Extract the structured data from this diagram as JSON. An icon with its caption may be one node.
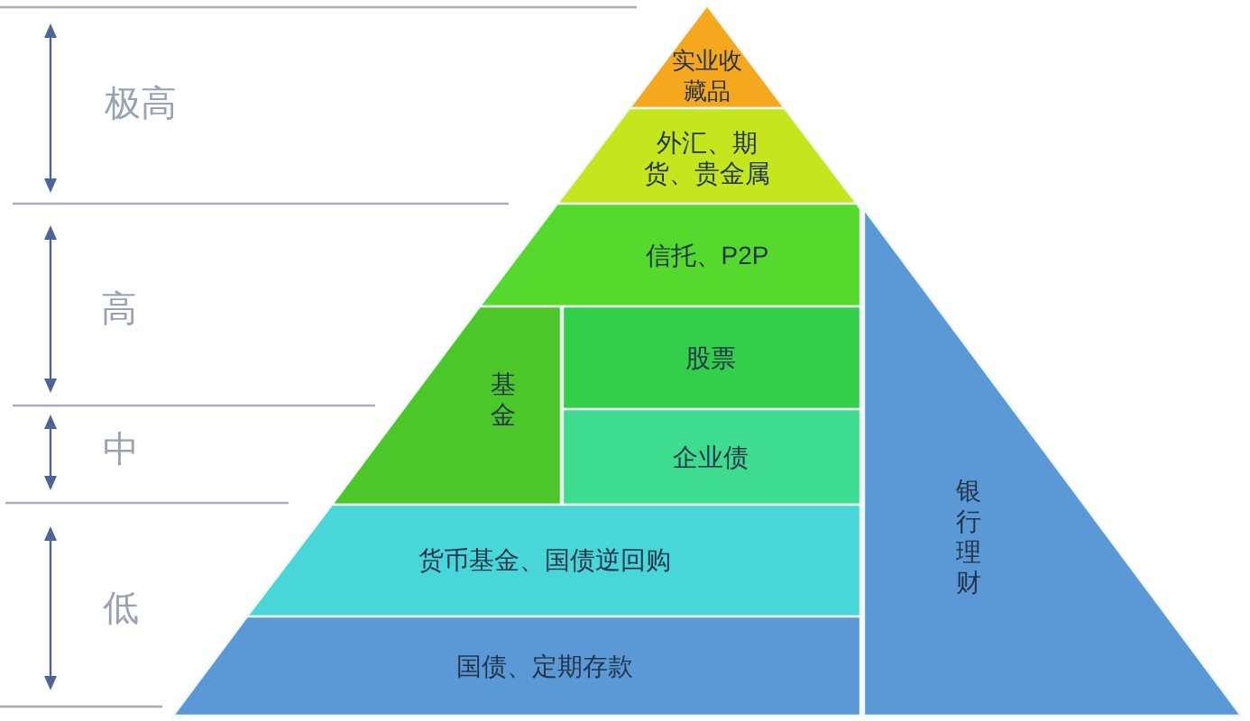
{
  "diagram": {
    "nodes": [
      {
        "text": [
          "实业收藏品"
        ]
      },
      {
        "text": [
          "外汇、期货、贵金属"
        ]
      },
      {
        "text": [
          "信托、P2P"
        ]
      },
      {
        "text": [
          "基金"
        ]
      },
      {
        "text": [
          "股票"
        ]
      },
      {
        "text": [
          "企业债"
        ]
      },
      {
        "text": [
          "货币基金、国债逆回购"
        ]
      },
      {
        "text": [
          "国债、定期存款"
        ]
      },
      {
        "text": [
          "银行理财"
        ]
      }
    ],
    "labels": [
      "极高",
      "高",
      "中",
      "低"
    ]
  }
}
